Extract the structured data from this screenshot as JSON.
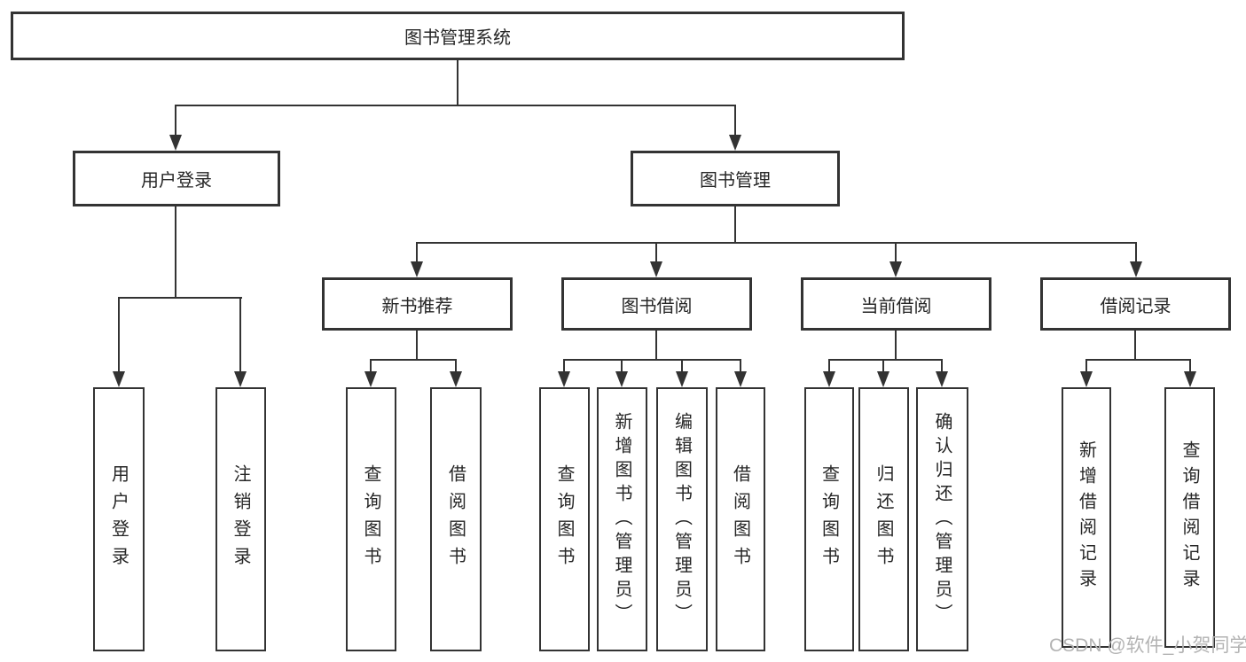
{
  "root": {
    "label": "图书管理系统"
  },
  "level2": [
    {
      "label": "用户登录"
    },
    {
      "label": "图书管理"
    }
  ],
  "level3": [
    {
      "label": "新书推荐",
      "parent": "图书管理"
    },
    {
      "label": "图书借阅",
      "parent": "图书管理"
    },
    {
      "label": "当前借阅",
      "parent": "图书管理"
    },
    {
      "label": "借阅记录",
      "parent": "图书管理"
    }
  ],
  "leaves": [
    {
      "label": "用户登录",
      "parent": "用户登录"
    },
    {
      "label": "注销登录",
      "parent": "用户登录"
    },
    {
      "label": "查询图书",
      "parent": "新书推荐"
    },
    {
      "label": "借阅图书",
      "parent": "新书推荐"
    },
    {
      "label": "查询图书",
      "parent": "图书借阅"
    },
    {
      "label": "新增图书（管理员）",
      "parent": "图书借阅"
    },
    {
      "label": "编辑图书（管理员）",
      "parent": "图书借阅"
    },
    {
      "label": "借阅图书",
      "parent": "图书借阅"
    },
    {
      "label": "查询图书",
      "parent": "当前借阅"
    },
    {
      "label": "归还图书",
      "parent": "当前借阅"
    },
    {
      "label": "确认归还（管理员）",
      "parent": "当前借阅"
    },
    {
      "label": "新增借阅记录",
      "parent": "借阅记录"
    },
    {
      "label": "查询借阅记录",
      "parent": "借阅记录"
    }
  ],
  "watermark": "CSDN @软件_小贺同学",
  "colors": {
    "line": "#333333",
    "box_background": "#ffffff",
    "text": "#262626",
    "watermark": "#b3b3b3"
  }
}
